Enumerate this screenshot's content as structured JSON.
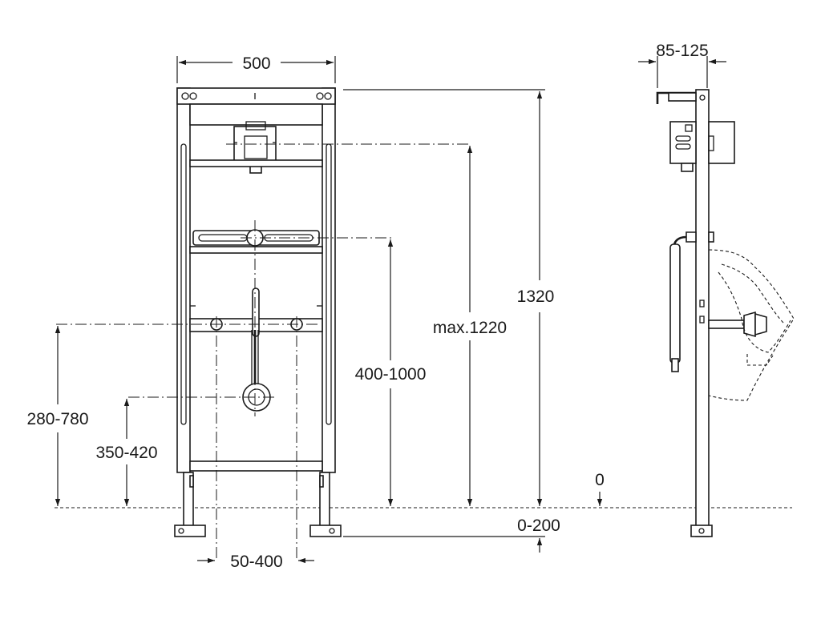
{
  "labels": {
    "width": "500",
    "side_depth": "85-125",
    "total_height": "1320",
    "max_height": "max.1220",
    "range_400_1000": "400-1000",
    "range_280_780": "280-780",
    "range_350_420": "350-420",
    "floor_zero": "0",
    "floor_adjust": "0-200",
    "spacing": "50-400"
  },
  "colors": {
    "line": "#1a1a1a",
    "background": "#ffffff"
  }
}
